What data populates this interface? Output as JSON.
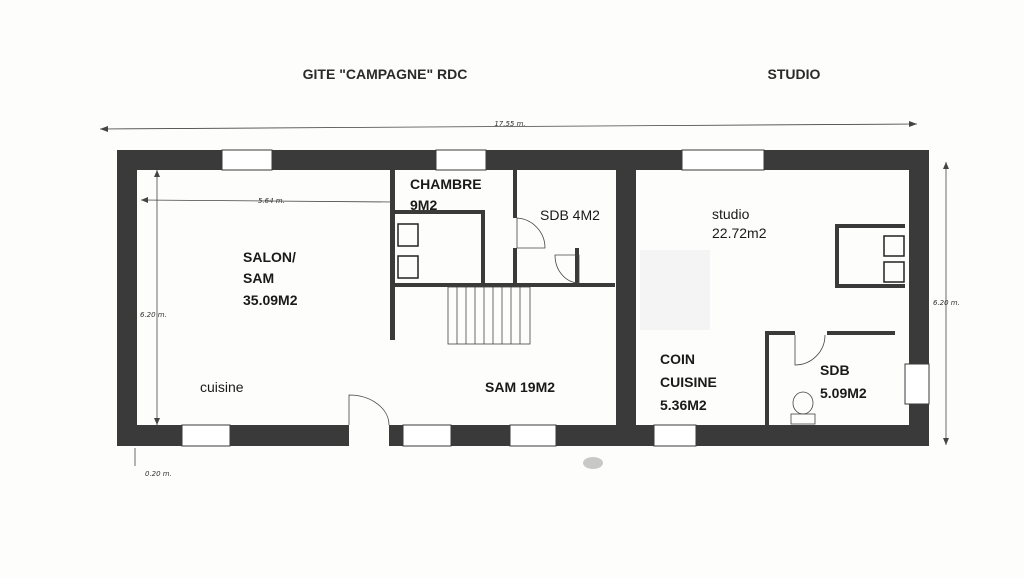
{
  "titles": {
    "main": "GITE \"CAMPAGNE\" RDC",
    "studio": "STUDIO"
  },
  "dimensions": {
    "overall_width": "17.55 m.",
    "salon_width": "5.64 m.",
    "left_height": "6.20 m.",
    "right_height": "6.20 m.",
    "wall_thickness": "0.20 m."
  },
  "rooms": {
    "chambre_name": "CHAMBRE",
    "chambre_area": "9M2",
    "sdb_top": "SDB 4M2",
    "salon_line1": "SALON/",
    "salon_line2": "SAM",
    "salon_area": "35.09M2",
    "cuisine": "cuisine",
    "sam": "SAM 19M2",
    "studio_name": "studio",
    "studio_area": "22.72m2",
    "coin_line1": "COIN",
    "coin_line2": "CUISINE",
    "coin_area": "5.36M2",
    "sdb_studio_name": "SDB",
    "sdb_studio_area": "5.09M2"
  }
}
